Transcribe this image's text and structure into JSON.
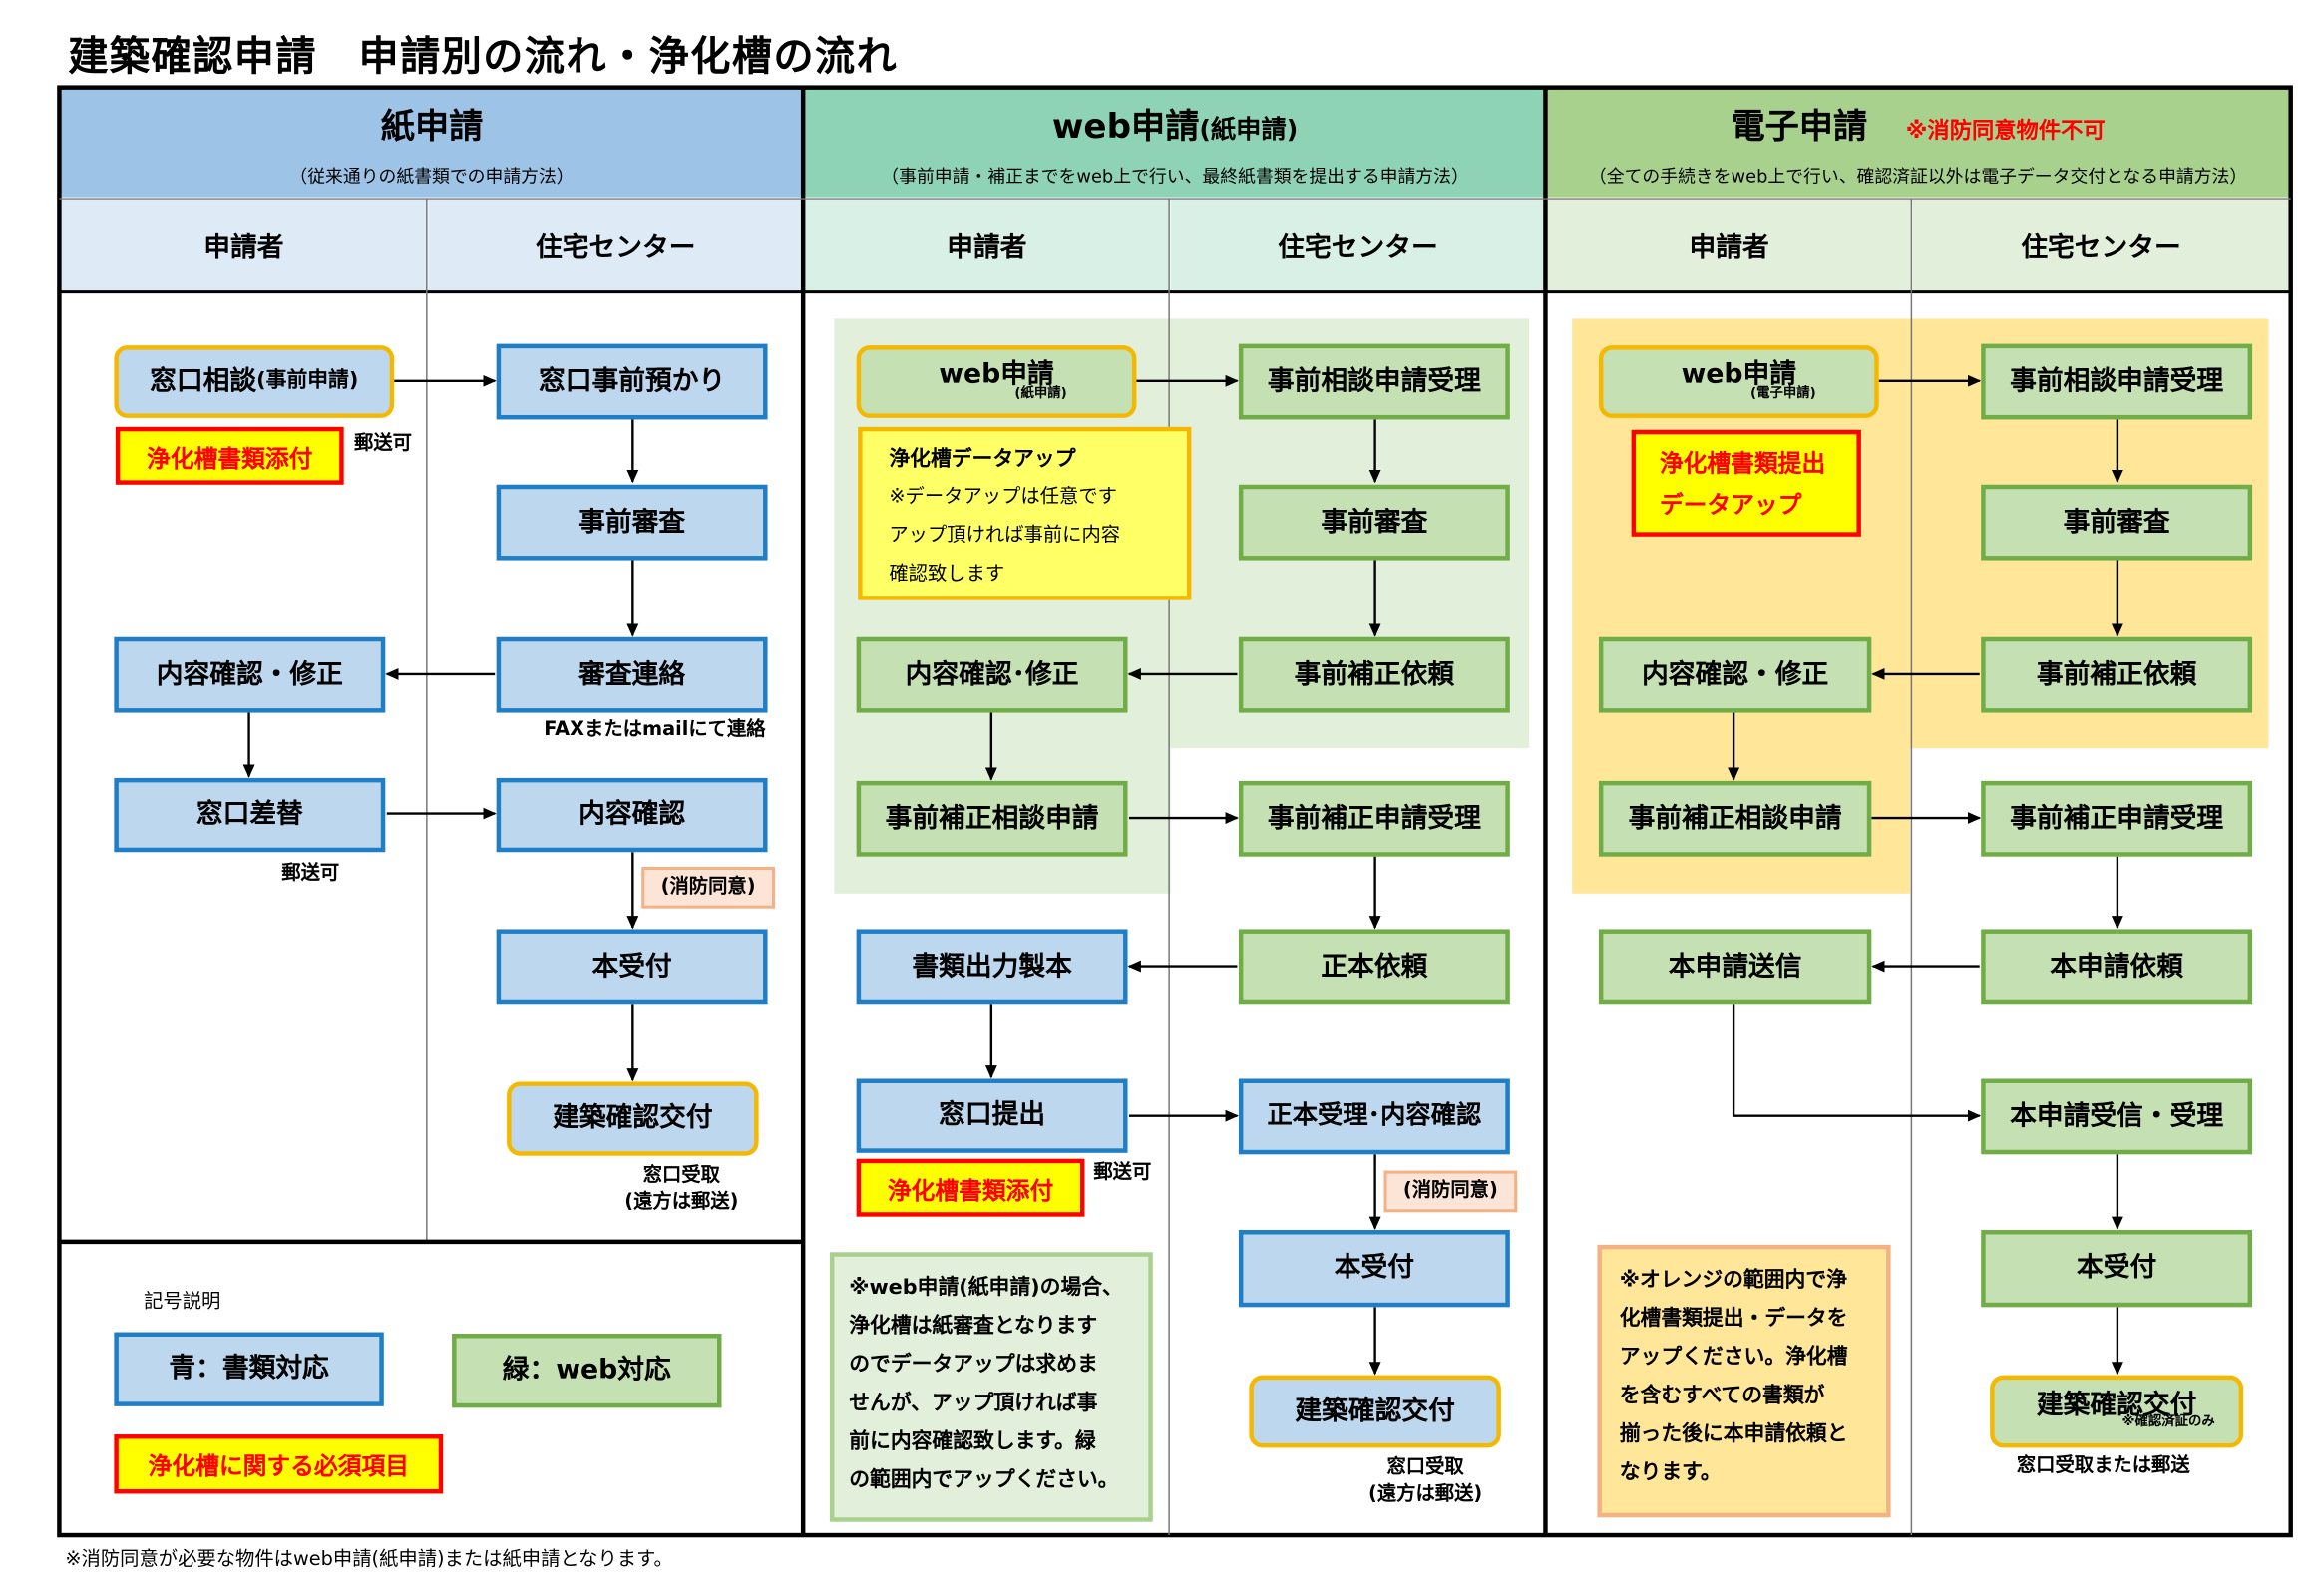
{
  "title": "建築確認申請　申請別の流れ・浄化槽の流れ",
  "colors": {
    "blue_fill": "#bdd7ee",
    "blue_border": "#1f7ec5",
    "green_fill": "#c5e0b3",
    "green_border": "#70ad47",
    "yellow_outline": "#f5b800",
    "warning_red": "#ff0000",
    "orange_zone": "#ffe699"
  },
  "sections": {
    "paper": {
      "title": "紙申請",
      "subtitle": "（従来通りの紙書類での申請方法）"
    },
    "web": {
      "title": "web申請",
      "title_small": "(紙申請)",
      "subtitle": "（事前申請・補正までをweb上で行い、最終紙書類を提出する申請方法）"
    },
    "electronic": {
      "title": "電子申請",
      "warning": "※消防同意物件不可",
      "subtitle": "（全ての手続きをweb上で行い、確認済証以外は電子データ交付となる申請方法）"
    }
  },
  "lanes": {
    "applicant": "申請者",
    "center": "住宅センター"
  },
  "paper_flow": {
    "consult": "窓口相談",
    "consult_small": "(事前申請)",
    "septic_attach": "浄化槽書類添付",
    "mail_ok": "郵送可",
    "pre_receive": "窓口事前預かり",
    "pre_review": "事前審査",
    "review_contact": "審査連絡",
    "fax_note": "FAXまたはmailにて連絡",
    "confirm_fix": "内容確認・修正",
    "swap": "窓口差替",
    "mail_ok2": "郵送可",
    "content_check": "内容確認",
    "fire_consent": "(消防同意)",
    "accept": "本受付",
    "issue": "建築確認交付",
    "pickup": "窓口受取",
    "pickup_note": "(遠方は郵送)"
  },
  "web_flow": {
    "apply": "web申請",
    "apply_small": "(紙申請)",
    "septic_title": "浄化槽データアップ",
    "septic_lines": [
      "※データアップは任意です",
      "アップ頂ければ事前に内容",
      "確認致します"
    ],
    "consult_receive": "事前相談申請受理",
    "pre_review": "事前審査",
    "fix_request": "事前補正依頼",
    "confirm_fix": "内容確認･修正",
    "fix_consult": "事前補正相談申請",
    "fix_receive": "事前補正申請受理",
    "output_bind": "書類出力製本",
    "original_request": "正本依頼",
    "window_submit": "窓口提出",
    "septic_attach": "浄化槽書類添付",
    "mail_ok": "郵送可",
    "original_receive": "正本受理･内容確認",
    "fire_consent": "(消防同意)",
    "accept": "本受付",
    "issue": "建築確認交付",
    "pickup": "窓口受取",
    "pickup_note": "(遠方は郵送)",
    "note_lines": [
      "※web申請(紙申請)の場合、",
      "浄化槽は紙審査となります",
      "のでデータアップは求めま",
      "せんが、アップ頂ければ事",
      "前に内容確認致します。緑",
      "の範囲内でアップください。"
    ]
  },
  "electronic_flow": {
    "apply": "web申請",
    "apply_small": "(電子申請)",
    "septic_lines": [
      "浄化槽書類提出",
      "データアップ"
    ],
    "consult_receive": "事前相談申請受理",
    "pre_review": "事前審査",
    "fix_request": "事前補正依頼",
    "confirm_fix": "内容確認・修正",
    "fix_consult": "事前補正相談申請",
    "fix_receive": "事前補正申請受理",
    "main_send": "本申請送信",
    "main_request": "本申請依頼",
    "main_receive": "本申請受信・受理",
    "accept": "本受付",
    "issue": "建築確認交付",
    "issue_note": "※確認済証のみ",
    "pickup": "窓口受取または郵送",
    "note_lines": [
      "※オレンジの範囲内で浄",
      "化槽書類提出・データを",
      "アップください。浄化槽",
      "を含むすべての書類が",
      "揃った後に本申請依頼と",
      "なります。"
    ]
  },
  "legend": {
    "title": "記号説明",
    "blue": "青：書類対応",
    "green": "緑：web対応",
    "red": "浄化槽に関する必須項目"
  },
  "footnote": "※消防同意が必要な物件はweb申請(紙申請)または紙申請となります。"
}
